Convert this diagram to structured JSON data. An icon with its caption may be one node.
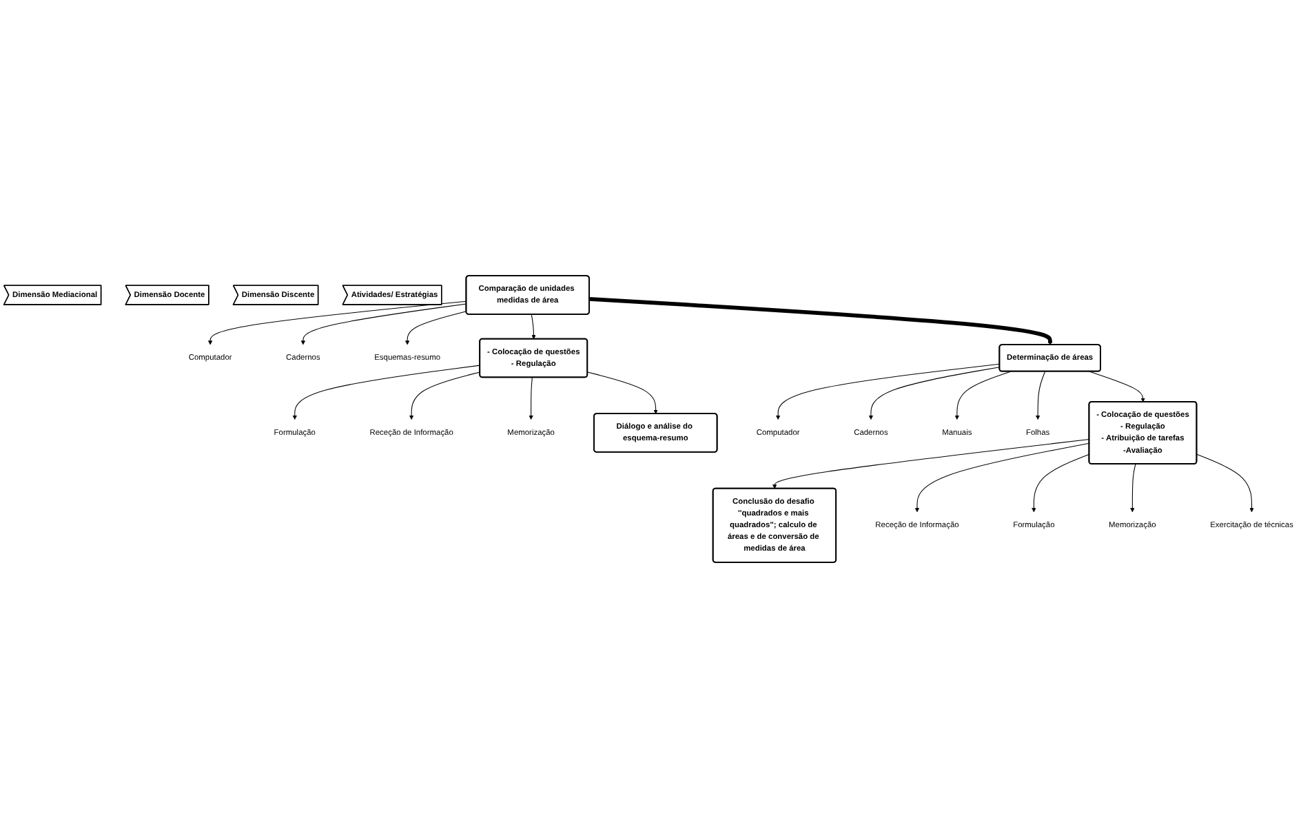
{
  "diagram": {
    "nodes": [
      {
        "text": [
          "Comparação de unidades medidas de área"
        ]
      },
      {
        "text": [
          "Computador"
        ]
      },
      {
        "text": [
          "Cadernos"
        ]
      },
      {
        "text": [
          "Esquemas-resumo"
        ]
      },
      {
        "text": [
          "- Colocação de questões",
          "- Regulação"
        ]
      },
      {
        "text": [
          "Formulação"
        ]
      },
      {
        "text": [
          "Receção de Informação"
        ]
      },
      {
        "text": [
          "Memorização"
        ]
      },
      {
        "text": [
          "Diálogo e análise do esquema-resumo"
        ]
      },
      {
        "text": [
          "Determinação de áreas"
        ]
      },
      {
        "text": [
          "Computador"
        ]
      },
      {
        "text": [
          "Cadernos"
        ]
      },
      {
        "text": [
          "Manuais"
        ]
      },
      {
        "text": [
          "Folhas"
        ]
      },
      {
        "text": [
          "- Colocação de questões",
          "- Regulação",
          "- Atribuição de tarefas",
          "-Avaliação"
        ]
      },
      {
        "text": [
          "Receção de Informação"
        ]
      },
      {
        "text": [
          "Formulação"
        ]
      },
      {
        "text": [
          "Memorização"
        ]
      },
      {
        "text": [
          "Exercitação de técnicas"
        ]
      },
      {
        "text": [
          "Conclusão do desafio ''quadrados e mais quadrados''; calculo de áreas e de conversão de medidas de área"
        ]
      },
      {
        "text": [
          "Dimensão Mediacional"
        ]
      },
      {
        "text": [
          "Dimensão Docente"
        ]
      },
      {
        "text": [
          "Dimensão Discente"
        ]
      },
      {
        "text": [
          "Atividades/ Estratégias"
        ]
      }
    ],
    "edges": [
      {
        "from": 0,
        "to": 9,
        "arrow": "to",
        "style": "thick"
      },
      {
        "from": 0,
        "to": 4,
        "arrow": "to"
      },
      {
        "from": 0,
        "to": 1,
        "arrow": "to"
      },
      {
        "from": 0,
        "to": 2,
        "arrow": "to"
      },
      {
        "from": 0,
        "to": 3,
        "arrow": "to"
      },
      {
        "from": 4,
        "to": 8,
        "arrow": "to"
      },
      {
        "from": 4,
        "to": 5,
        "arrow": "to"
      },
      {
        "from": 4,
        "to": 6,
        "arrow": "to"
      },
      {
        "from": 4,
        "to": 7,
        "arrow": "to"
      },
      {
        "from": 9,
        "to": 14,
        "arrow": "to"
      },
      {
        "from": 9,
        "to": 10,
        "arrow": "to"
      },
      {
        "from": 9,
        "to": 11,
        "arrow": "to"
      },
      {
        "from": 9,
        "to": 12,
        "arrow": "to"
      },
      {
        "from": 9,
        "to": 13,
        "arrow": "to"
      },
      {
        "from": 14,
        "to": 19,
        "arrow": "to"
      },
      {
        "from": 14,
        "to": 15,
        "arrow": "to"
      },
      {
        "from": 14,
        "to": 16,
        "arrow": "to"
      },
      {
        "from": 14,
        "to": 17,
        "arrow": "to"
      },
      {
        "from": 14,
        "to": 18,
        "arrow": "to"
      }
    ]
  }
}
